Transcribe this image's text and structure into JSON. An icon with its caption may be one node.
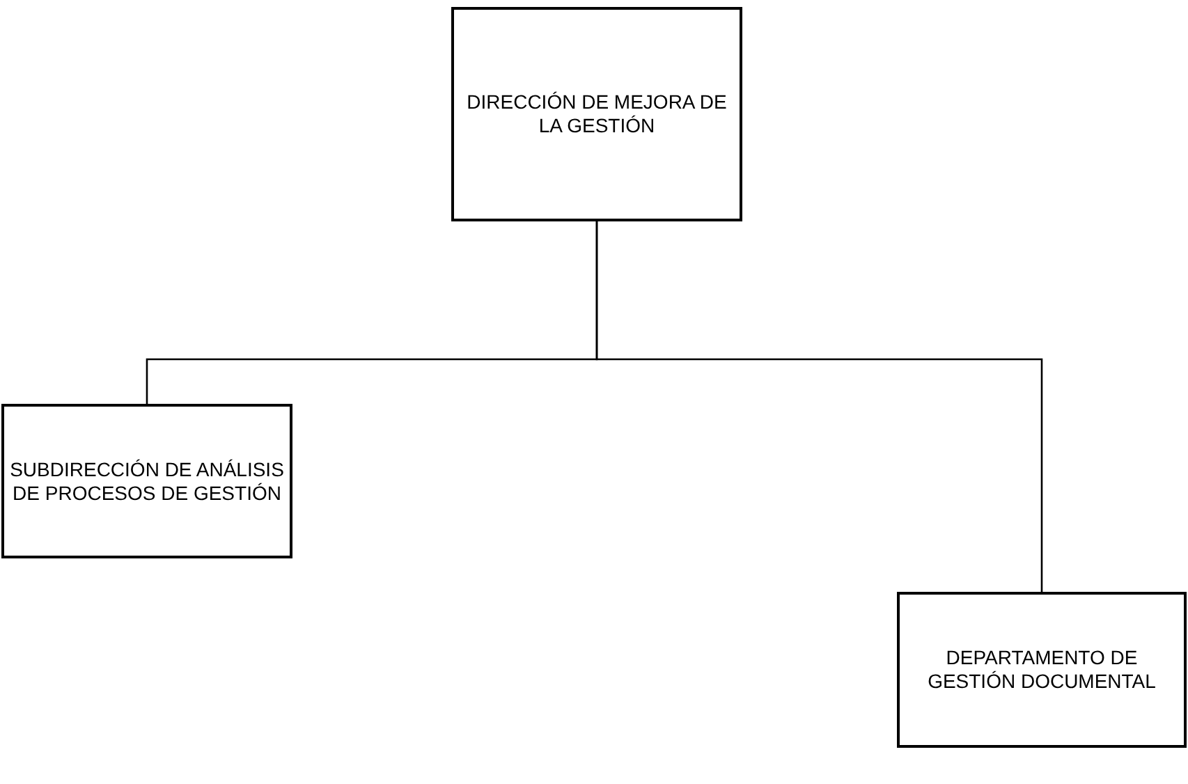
{
  "diagram": {
    "nodes": [
      {
        "text": [
          "DIRECCIÓN DE MEJORA DE LA GESTIÓN"
        ]
      },
      {
        "text": [
          "SUBDIRECCIÓN DE ANÁLISIS DE PROCESOS DE GESTIÓN"
        ]
      },
      {
        "text": [
          "DEPARTAMENTO DE GESTIÓN DOCUMENTAL"
        ]
      }
    ],
    "edges": [
      {
        "from": 0,
        "to": 1,
        "arrow": "none"
      },
      {
        "from": 0,
        "to": 2,
        "arrow": "none"
      }
    ]
  }
}
